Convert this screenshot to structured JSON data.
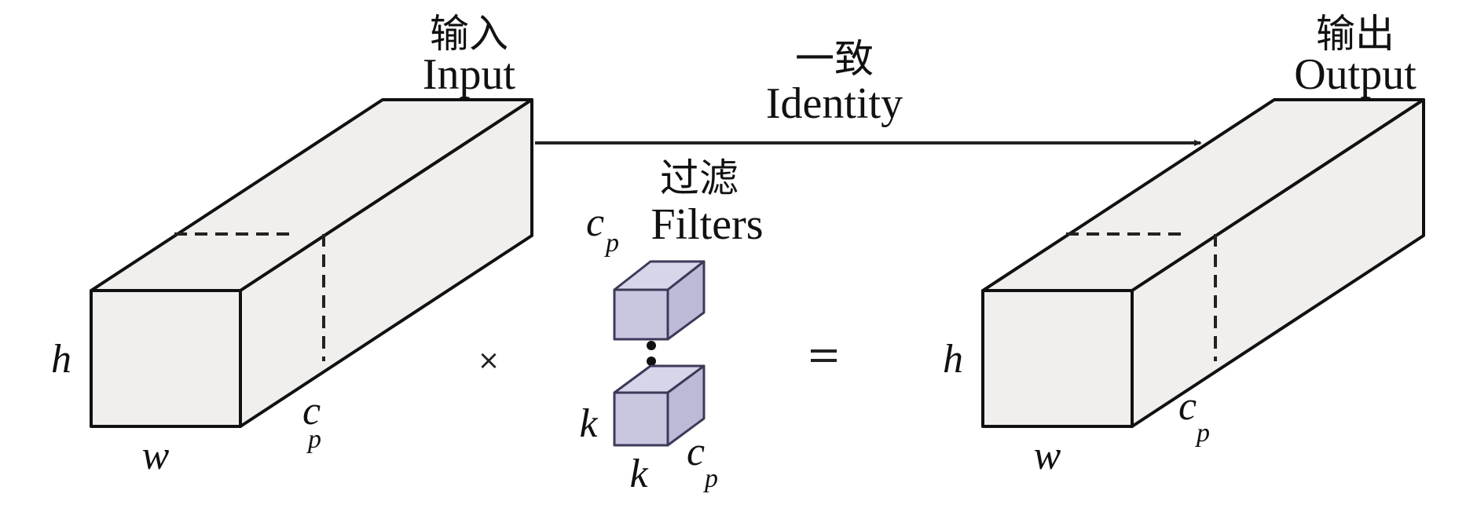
{
  "diagram": {
    "input": {
      "label_cn": "输入",
      "label_en": "Input",
      "dim_h": "h",
      "dim_w": "w",
      "dim_c": "c",
      "dim_c_sub": "p"
    },
    "identity": {
      "label_cn": "一致",
      "label_en": "Identity"
    },
    "filters": {
      "label_cn": "过滤",
      "label_en": "Filters",
      "count_c": "c",
      "count_c_sub": "p",
      "dim_k_height": "k",
      "dim_k_width": "k",
      "dim_c": "c",
      "dim_c_sub": "p",
      "ellipsis": "⋮"
    },
    "output": {
      "label_cn": "输出",
      "label_en": "Output",
      "dim_h": "h",
      "dim_w": "w",
      "dim_c": "c",
      "dim_c_sub": "p"
    },
    "operators": {
      "multiply": "×",
      "equals": "="
    },
    "colors": {
      "box_fill": "#f1efed",
      "cube_fill": "#c9c7e0",
      "stroke": "#111111"
    }
  }
}
